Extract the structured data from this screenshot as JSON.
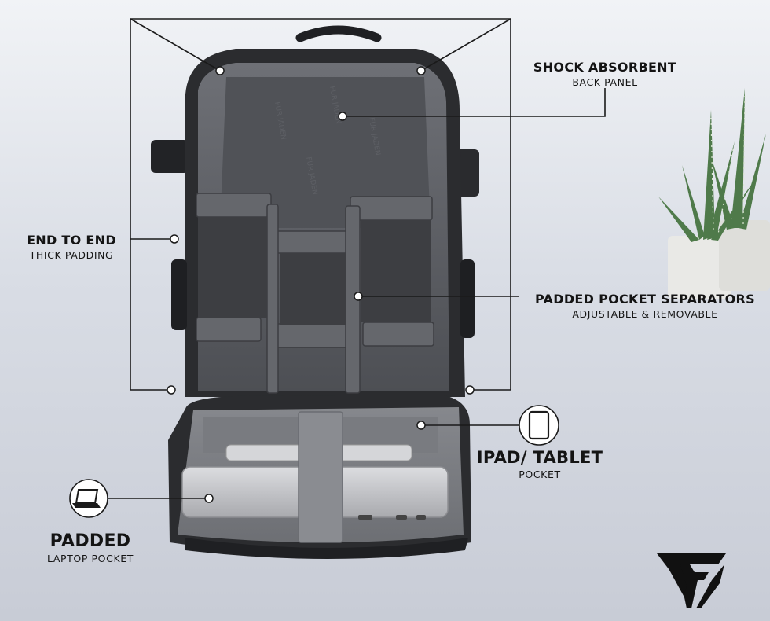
{
  "callouts": {
    "shock": {
      "title": "SHOCK ABSORBENT",
      "subtitle": "BACK PANEL"
    },
    "end_to_end": {
      "title": "END TO END",
      "subtitle": "THICK PADDING"
    },
    "separators": {
      "title": "PADDED POCKET SEPARATORS",
      "subtitle": "ADJUSTABLE & REMOVABLE"
    },
    "ipad": {
      "title": "IPAD/ TABLET",
      "subtitle": "POCKET"
    },
    "laptop": {
      "title": "PADDED",
      "subtitle": "LAPTOP POCKET"
    }
  },
  "icons": [
    "tablet-icon",
    "laptop-icon",
    "brand-logo-icon"
  ],
  "colors": {
    "line": "#1a1a1a",
    "bag": "#2b2c2f",
    "lining": "#7c7e84",
    "background": "#d9dde5"
  }
}
